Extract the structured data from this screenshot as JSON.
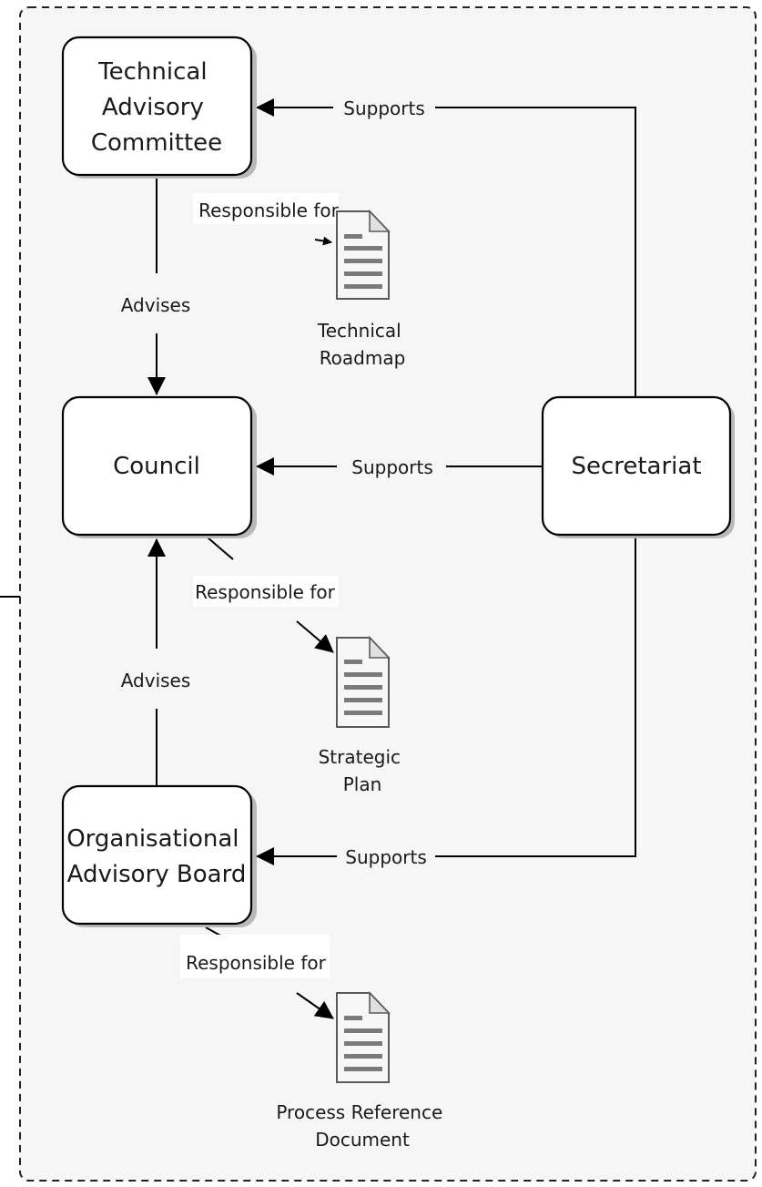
{
  "nodes": {
    "tac": {
      "lines": [
        "Technical",
        "Advisory",
        "Committee"
      ]
    },
    "council": {
      "lines": [
        "Council"
      ]
    },
    "oab": {
      "lines": [
        "Organisational",
        "Advisory Board"
      ]
    },
    "secretariat": {
      "lines": [
        "Secretariat"
      ]
    }
  },
  "edges": {
    "supports_tac": "Supports",
    "supports_council": "Supports",
    "supports_oab": "Supports",
    "advises_tac_council": "Advises",
    "advises_oab_council": "Advises",
    "responsible_tac": "Responsible for",
    "responsible_council": "Responsible for",
    "responsible_oab": "Responsible for"
  },
  "documents": {
    "technical_roadmap": {
      "lines": [
        "Technical",
        "Roadmap"
      ]
    },
    "strategic_plan": {
      "lines": [
        "Strategic",
        "Plan"
      ]
    },
    "process_reference": {
      "lines": [
        "Process Reference",
        "Document"
      ]
    }
  },
  "colors": {
    "line": "#000000",
    "frame": "#222222",
    "doc_bar": "#7a7a7a"
  }
}
